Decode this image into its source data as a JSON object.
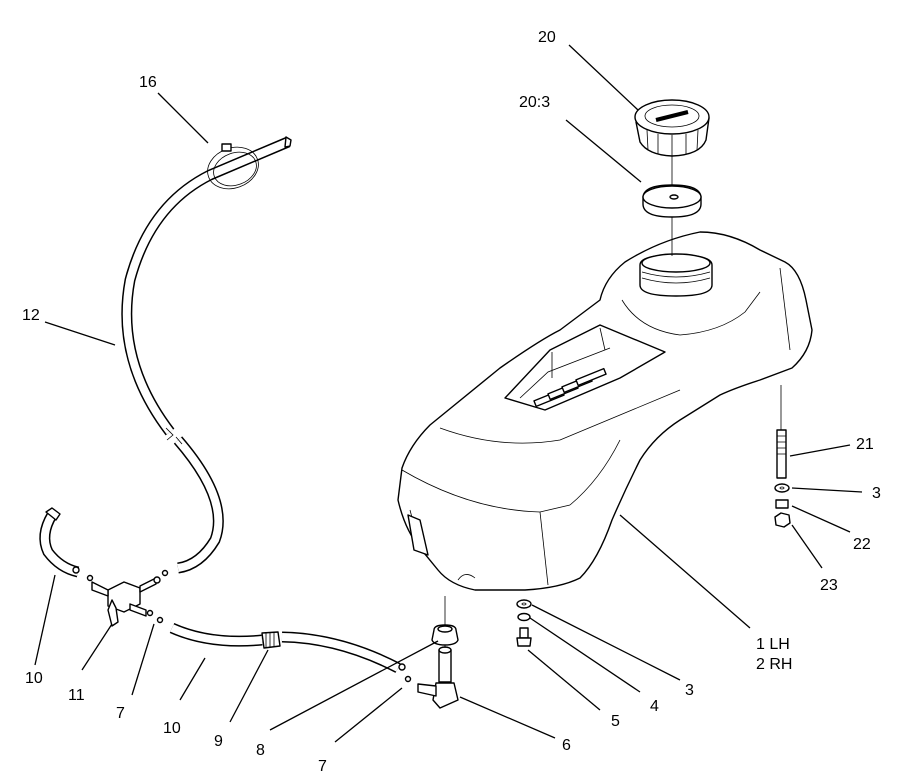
{
  "callouts": {
    "c20": "20",
    "c20_3": "20:3",
    "c16": "16",
    "c12": "12",
    "c21": "21",
    "c3a": "3",
    "c22": "22",
    "c23": "23",
    "c1lh": "1 LH",
    "c2rh": "2 RH",
    "c3b": "3",
    "c4": "4",
    "c5": "5",
    "c6": "6",
    "c7a": "7",
    "c7b": "7",
    "c8": "8",
    "c9": "9",
    "c10a": "10",
    "c10b": "10",
    "c11": "11"
  },
  "colors": {
    "line": "#000000",
    "background": "#ffffff"
  }
}
